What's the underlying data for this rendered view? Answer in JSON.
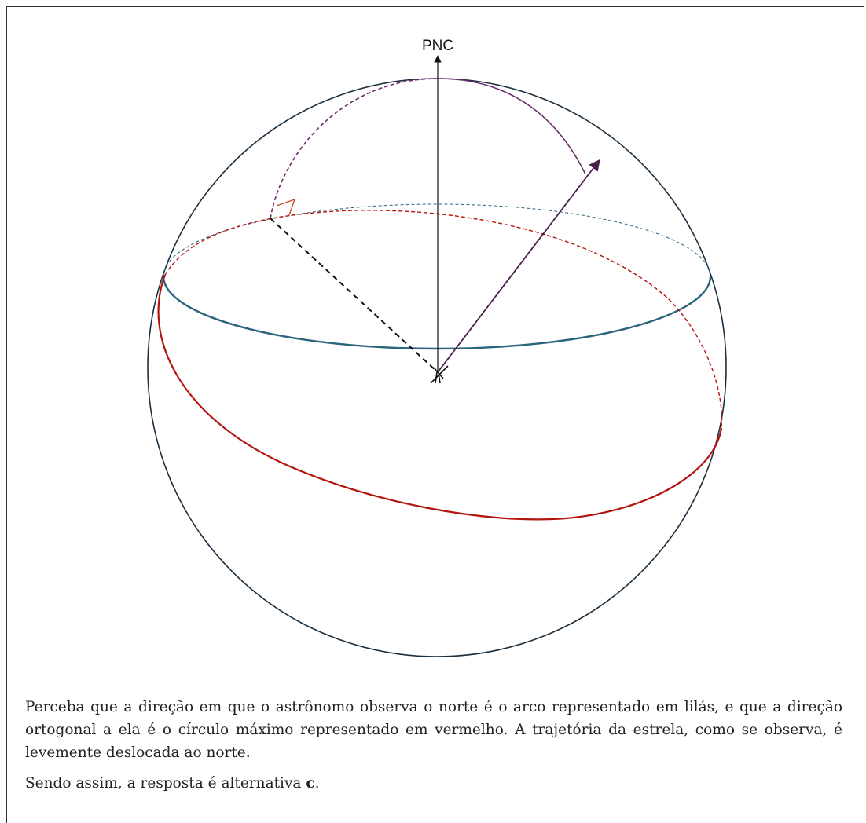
{
  "diagram": {
    "pole_label": "PNC",
    "colors": {
      "sphere": "#1b2f3f",
      "horizon": "#2a647e",
      "great_circle": "#b2150f",
      "meridian_arc": "#6c2b6b",
      "star_arrow": "#4a1e4b",
      "right_angle": "#c0502a",
      "axis": "#111111"
    }
  },
  "text": {
    "paragraph1": "Perceba que a direção em que o astrônomo observa o norte é o arco representado em lilás, e que a direção ortogonal a ela é o círculo máximo representado em vermelho. A trajetória da estrela, como se observa, é levemente deslocada ao norte.",
    "paragraph2_prefix": "Sendo assim, a resposta é alternativa ",
    "answer_letter": "c",
    "paragraph2_suffix": "."
  }
}
